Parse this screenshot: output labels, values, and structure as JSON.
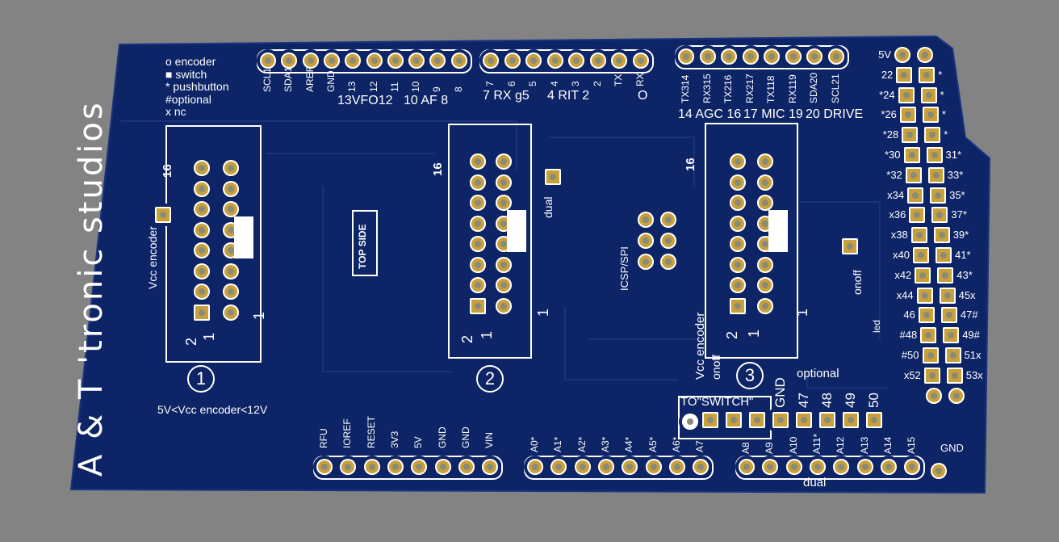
{
  "colors": {
    "background": "#838383",
    "board": "#0d2466",
    "pad": "#c9a13a",
    "silkscreen": "#ffffff"
  },
  "brand": "A & T 'tronic studios",
  "legend": [
    "o encoder",
    "■ switch",
    "* pushbutton",
    "#optional",
    "x nc"
  ],
  "top_header_1": {
    "pins": [
      "SCL1",
      "SDA1",
      "AREF",
      "GND",
      "13",
      "12",
      "11",
      "10",
      "9",
      "8"
    ],
    "groups": [
      "13VFO12",
      "10  AF  8"
    ]
  },
  "top_header_2": {
    "pins": [
      "7",
      "6",
      "5",
      "4",
      "3",
      "2",
      "TX",
      "RX"
    ],
    "groups": [
      "7 RX g5",
      "4  RIT 2",
      "O"
    ]
  },
  "top_header_3": {
    "pins": [
      "TX314",
      "RX315",
      "TX216",
      "RX217",
      "TX118",
      "RX119",
      "SDA20",
      "SCL21"
    ],
    "groups": [
      "14 AGC 16",
      "17 MIC 19",
      "20 DRIVE"
    ]
  },
  "connectors": [
    {
      "number": "1",
      "pin16": "16",
      "pin2": "2",
      "pin1a": "1",
      "pin1b": "1",
      "side_label": "Vcc encoder"
    },
    {
      "number": "2",
      "pin16": "16",
      "pin2": "2",
      "pin1a": "1",
      "pin1b": "1",
      "side_label": "dual"
    },
    {
      "number": "3",
      "pin16": "16",
      "pin2": "2",
      "pin1a": "1",
      "pin1b": "1",
      "side_label": "Vcc encoder"
    }
  ],
  "labels": {
    "top_side": "TOP SIDE",
    "icsp": "ICSP/SPI",
    "vcc_range": "5V<Vcc encoder<12V",
    "onoff_right": "onoff",
    "onoff_3": "onoff",
    "led": "led"
  },
  "power_header": [
    "RFU",
    "IOREF",
    "RESET",
    "3V3",
    "5V",
    "GND",
    "GND",
    "VIN"
  ],
  "analog_header": [
    "A0*",
    "A1*",
    "A2*",
    "A3*",
    "A4*",
    "A5*",
    "A6*",
    "A7"
  ],
  "analog_header_2": [
    "A8",
    "A9",
    "A10",
    "A11*",
    "A12",
    "A13",
    "A14",
    "A15"
  ],
  "switch_header": {
    "title": "TO\"SWITCH\"",
    "pins": [
      "GND",
      "47",
      "48",
      "49",
      "50"
    ],
    "optional": "optional",
    "dual": "dual"
  },
  "right_header": {
    "left": [
      "5V",
      "22",
      "*24",
      "*26",
      "*28",
      "*30",
      "*32",
      "x34",
      "x36",
      "x38",
      "x40",
      "x42",
      "x44",
      "46",
      "#48",
      "#50",
      "x52"
    ],
    "right": [
      "",
      "*",
      "*",
      "*",
      "*",
      "31*",
      "33*",
      "35*",
      "37*",
      "39*",
      "41*",
      "43*",
      "45x",
      "47#",
      "49#",
      "51x",
      "53x"
    ],
    "bottom": "GND"
  }
}
